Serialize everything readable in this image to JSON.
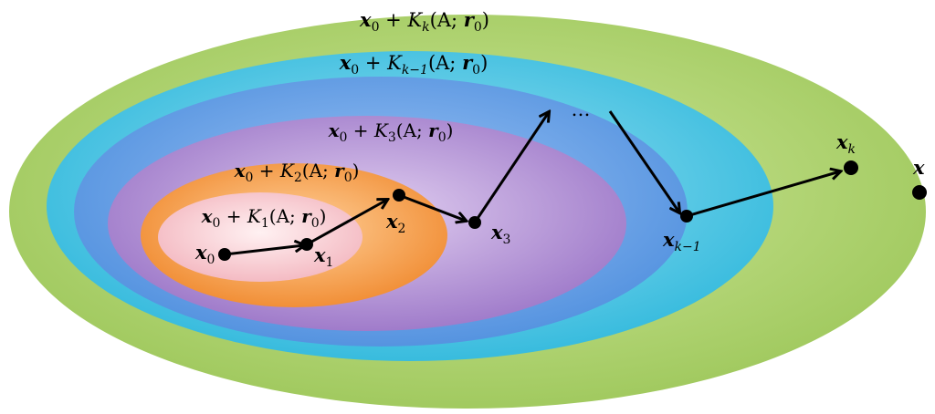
{
  "diagram": {
    "subspace_sets": [
      {
        "name": "affine-krylov-k",
        "base": "x",
        "base_sub": "0",
        "op": " + ",
        "space": "K",
        "space_sub": "k",
        "args": "(A; ",
        "res": "r",
        "res_sub": "0",
        "close": ")",
        "color": "#b9d97a"
      },
      {
        "name": "affine-krylov-k-minus-1",
        "base": "x",
        "base_sub": "0",
        "op": " + ",
        "space": "K",
        "space_sub": "k−1",
        "args": "(A; ",
        "res": "r",
        "res_sub": "0",
        "close": ")",
        "color": "#4fc6e3"
      },
      {
        "name": "affine-krylov-3",
        "base": "x",
        "base_sub": "0",
        "op": " + ",
        "space": "K",
        "space_sub": "3",
        "args": "(A; ",
        "res": "r",
        "res_sub": "0",
        "close": ")",
        "color": "#b79bd8"
      },
      {
        "name": "affine-krylov-2",
        "base": "x",
        "base_sub": "0",
        "op": " + ",
        "space": "K",
        "space_sub": "2",
        "args": "(A; ",
        "res": "r",
        "res_sub": "0",
        "close": ")",
        "color": "#f7a350"
      },
      {
        "name": "affine-krylov-1",
        "base": "x",
        "base_sub": "0",
        "op": " + ",
        "space": "K",
        "space_sub": "1",
        "args": "(A; ",
        "res": "r",
        "res_sub": "0",
        "close": ")",
        "color": "#f9d3d8"
      }
    ],
    "iterates": [
      {
        "name": "x0",
        "symbol": "x",
        "sub": "0"
      },
      {
        "name": "x1",
        "symbol": "x",
        "sub": "1"
      },
      {
        "name": "x2",
        "symbol": "x",
        "sub": "2"
      },
      {
        "name": "x3",
        "symbol": "x",
        "sub": "3"
      },
      {
        "name": "xk-1",
        "symbol": "x",
        "sub": "k−1"
      },
      {
        "name": "xk",
        "symbol": "x",
        "sub": "k"
      }
    ],
    "ellipsis": "…",
    "solution": {
      "symbol": "x"
    }
  }
}
